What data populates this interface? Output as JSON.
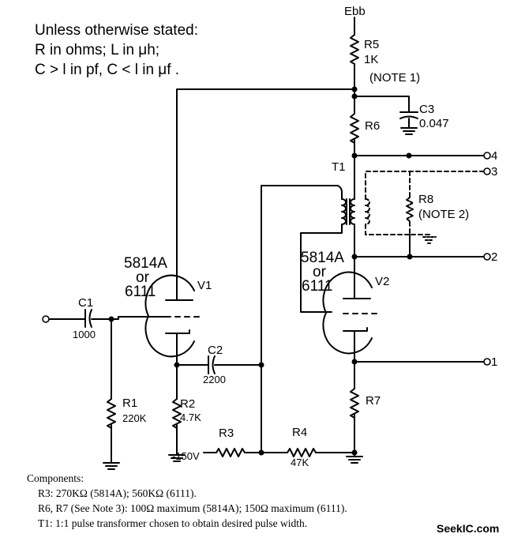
{
  "header": {
    "line1": "Unless otherwise stated:",
    "line2": "R in ohms; L in μh;",
    "line3": "C > l in pf, C < l in μf ."
  },
  "supply": "Ebb",
  "labels": {
    "r5": "R5",
    "r5_val": "1K",
    "note1": "(NOTE 1)",
    "c3": "C3",
    "c3_val": "0.047",
    "r6": "R6",
    "t1": "T1",
    "r8": "R8",
    "note2": "(NOTE 2)",
    "v1_type": "5814A",
    "v1_or": "or",
    "v1_alt": "6111",
    "v1": "V1",
    "v2_type": "5814A",
    "v2_or": "or",
    "v2_alt": "6111",
    "v2": "V2",
    "c1": "C1",
    "c1_val": "1000",
    "c2": "C2",
    "c2_val": "2200",
    "r1": "R1",
    "r1_val": "220K",
    "r2": "R2",
    "r2_val": "4.7K",
    "r3": "R3",
    "neg": "-150V",
    "r4": "R4",
    "r4_val": "47K",
    "r7": "R7",
    "t4": "4",
    "t3": "3",
    "t2": "2",
    "t1n": "1"
  },
  "components": {
    "title": "Components:",
    "r3": "R3:  270KΩ (5814A); 560KΩ (6111).",
    "r6r7": "R6, R7 (See Note 3):  100Ω maximum (5814A); 150Ω maximum (6111).",
    "t1": "T1:  1:1 pulse transformer chosen to obtain desired pulse width."
  },
  "watermark": "SeekIC.com"
}
